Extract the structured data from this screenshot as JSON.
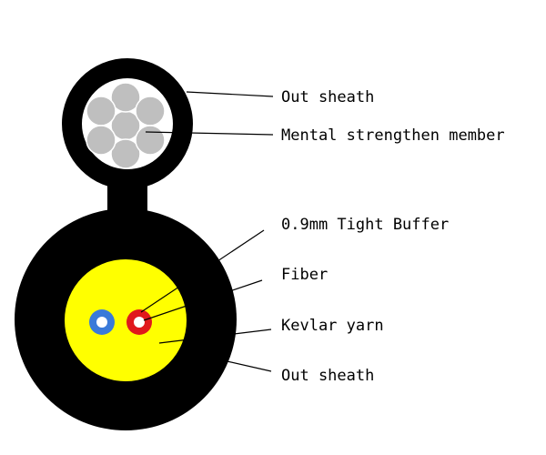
{
  "labels": {
    "top_out_sheath": "Out sheath",
    "strength_member": "Mental strengthen member",
    "tight_buffer": "0.9mm Tight Buffer",
    "fiber": "Fiber",
    "kevlar_yarn": "Kevlar yarn",
    "bottom_out_sheath": "Out sheath"
  },
  "colors": {
    "sheath": "#000000",
    "messenger_wire": "#bfbfbf",
    "messenger_fill": "#ffffff",
    "kevlar": "#ffff00",
    "fiber_blue": "#3a7ad9",
    "fiber_red": "#e0181c",
    "fiber_core": "#ffffff",
    "leader_line": "#000000"
  }
}
